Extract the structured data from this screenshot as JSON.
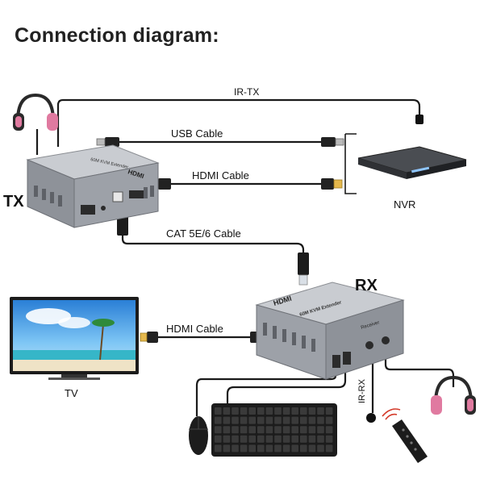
{
  "title": "Connection diagram:",
  "units": {
    "tx": "TX",
    "rx": "RX"
  },
  "devices": {
    "nvr": "NVR",
    "tv": "TV",
    "tx_face_label": "60M KVM Extender",
    "tx_face_logo": "HDMI",
    "rx_face_label": "60M KVM Extender",
    "rx_face_logo": "HDMI",
    "rx_port_label": "Receiver"
  },
  "cables": {
    "ir_tx": "IR-TX",
    "usb": "USB Cable",
    "hdmi_tx": "HDMI Cable",
    "cat": "CAT 5E/6 Cable",
    "hdmi_rx": "HDMI Cable",
    "ir_rx": "IR-RX"
  },
  "colors": {
    "cable": "#1a1a1a",
    "box_top": "#c9ccd1",
    "box_front": "#8e9299",
    "box_dark": "#5e6167",
    "headphone_pink": "#e07aa0"
  }
}
